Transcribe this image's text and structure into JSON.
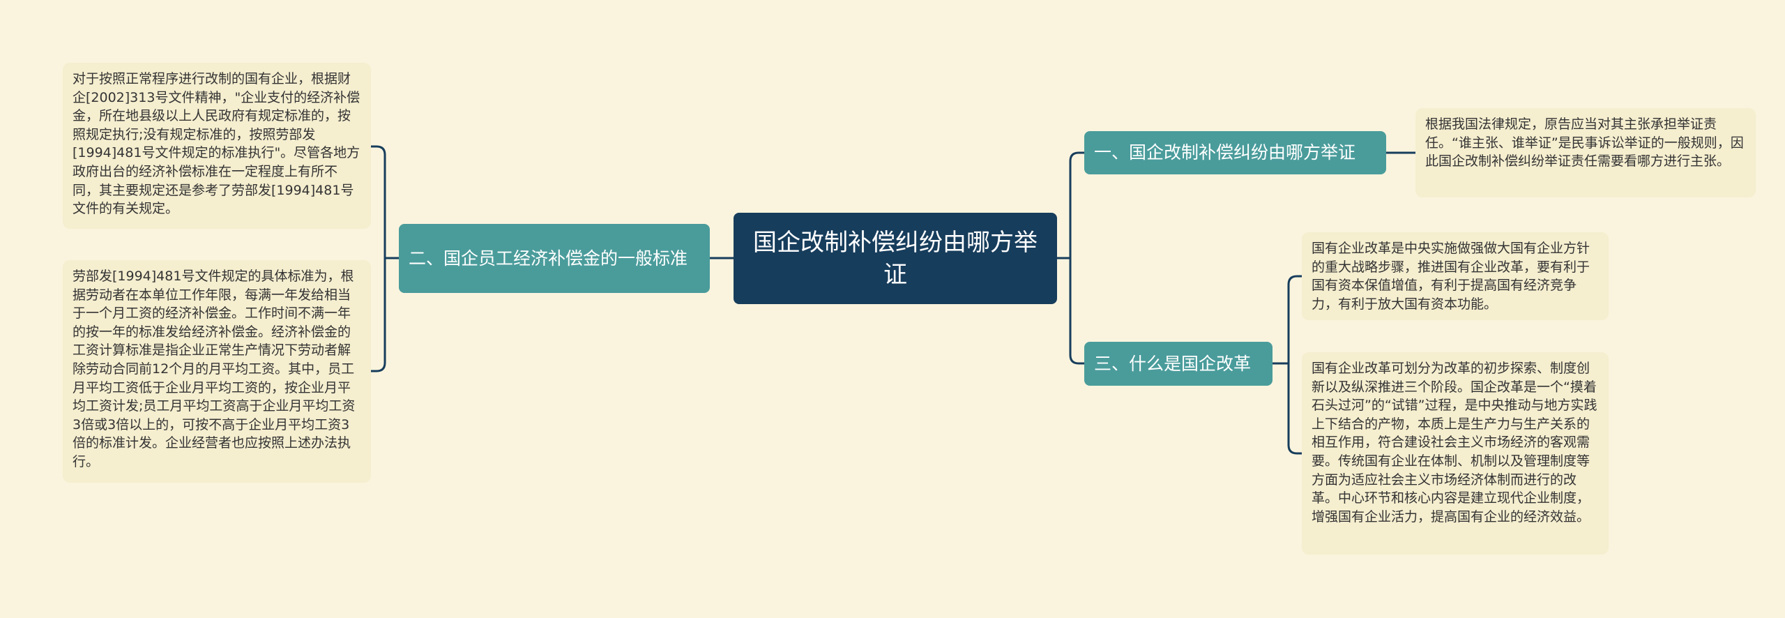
{
  "center": {
    "title": "国企改制补偿纠纷由哪方举证"
  },
  "colors": {
    "background": "#faf4de",
    "center": "#173d5c",
    "branch": "#4a9c9b",
    "leaf": "#f5eecf",
    "line": "#173d5c"
  },
  "left": {
    "branch": "二、国企员工经济补偿金的一般标准",
    "leaves": [
      "对于按照正常程序进行改制的国有企业，根据财企[2002]313号文件精神，\"企业支付的经济补偿金，所在地县级以上人民政府有规定标准的，按照规定执行;没有规定标准的，按照劳部发[1994]481号文件规定的标准执行\"。尽管各地方政府出台的经济补偿标准在一定程度上有所不同，其主要规定还是参考了劳部发[1994]481号文件的有关规定。",
      "劳部发[1994]481号文件规定的具体标准为，根据劳动者在本单位工作年限，每满一年发给相当于一个月工资的经济补偿金。工作时间不满一年的按一年的标准发给经济补偿金。经济补偿金的工资计算标准是指企业正常生产情况下劳动者解除劳动合同前12个月的月平均工资。其中，员工月平均工资低于企业月平均工资的，按企业月平均工资计发;员工月平均工资高于企业月平均工资3倍或3倍以上的，可按不高于企业月平均工资3倍的标准计发。企业经营者也应按照上述办法执行。"
    ]
  },
  "right": [
    {
      "branch": "一、国企改制补偿纠纷由哪方举证",
      "leaves": [
        "根据我国法律规定，原告应当对其主张承担举证责任。“谁主张、谁举证”是民事诉讼举证的一般规则，因此国企改制补偿纠纷举证责任需要看哪方进行主张。"
      ]
    },
    {
      "branch": "三、什么是国企改革",
      "leaves": [
        "国有企业改革是中央实施做强做大国有企业方针的重大战略步骤，推进国有企业改革，要有利于国有资本保值增值，有利于提高国有经济竞争力，有利于放大国有资本功能。",
        "国有企业改革可划分为改革的初步探索、制度创新以及纵深推进三个阶段。国企改革是一个“摸着石头过河”的“试错”过程，是中央推动与地方实践上下结合的产物，本质上是生产力与生产关系的相互作用，符合建设社会主义市场经济的客观需要。传统国有企业在体制、机制以及管理制度等方面为适应社会主义市场经济体制而进行的改革。中心环节和核心内容是建立现代企业制度，增强国有企业活力，提高国有企业的经济效益。"
      ]
    }
  ]
}
